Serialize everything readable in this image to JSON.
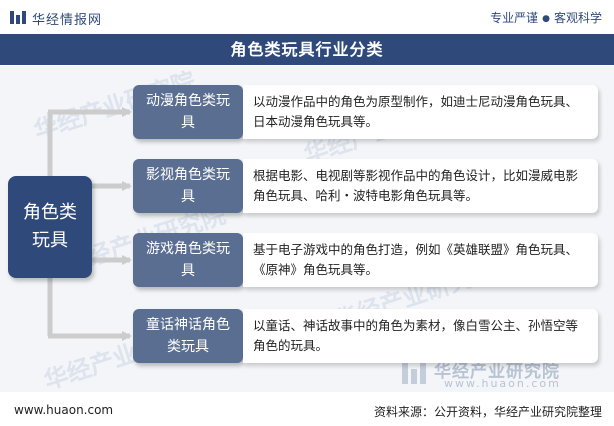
{
  "header": {
    "brand": "华经情报网",
    "slogan_left": "专业严谨",
    "slogan_sep": "●",
    "slogan_right": "客观科学"
  },
  "title": "角色类玩具行业分类",
  "diagram": {
    "root": "角色类玩具",
    "categories": [
      {
        "name": "动漫角色类玩具",
        "description": "以动漫作品中的角色为原型制作，如迪士尼动漫角色玩具、日本动漫角色玩具等。"
      },
      {
        "name": "影视角色类玩具",
        "description": "根据电影、电视剧等影视作品中的角色设计，比如漫威电影角色玩具、哈利・波特电影角色玩具等。"
      },
      {
        "name": "游戏角色类玩具",
        "description": "基于电子游戏中的角色打造，例如《英雄联盟》角色玩具、《原神》角色玩具等。"
      },
      {
        "name": "童话神话角色类玩具",
        "description": "以童话、神话故事中的角色为素材，像白雪公主、孙悟空等角色的玩具。"
      }
    ]
  },
  "watermarks": {
    "text": "华经产业研究院",
    "url": "www.huaon.com"
  },
  "footer": {
    "url": "www.huaon.com",
    "source": "资料来源：公开资料，华经产业研究院整理"
  },
  "colors": {
    "primary": "#2f4a7a",
    "category_box": "#5a6e91",
    "connector": "#cccccc",
    "content_bg": "#f3f5f8"
  }
}
